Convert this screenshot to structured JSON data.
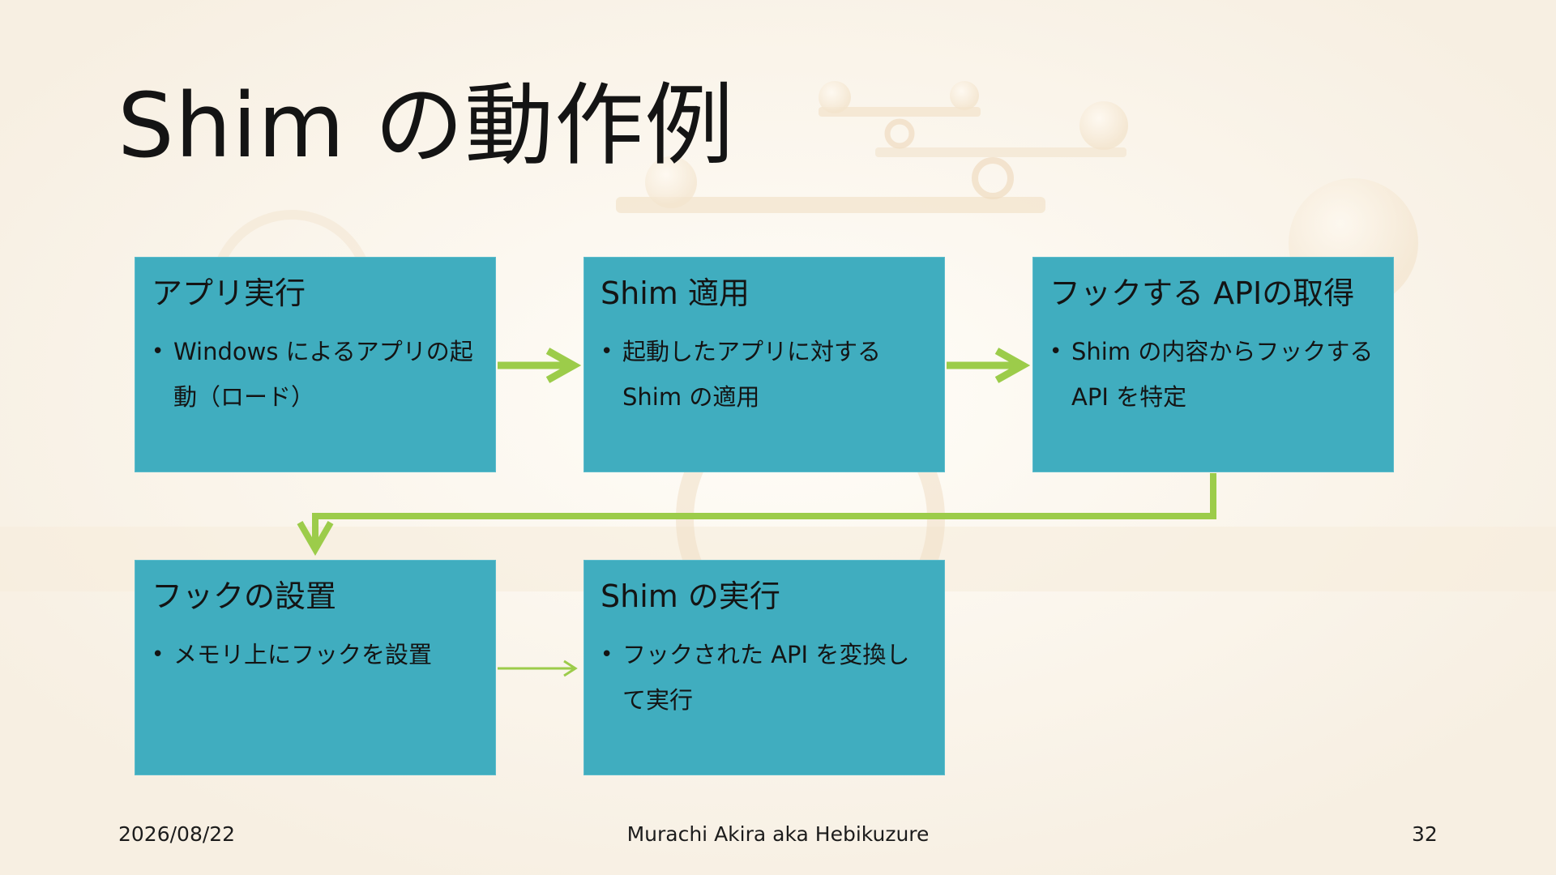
{
  "slide": {
    "title": "Shim の動作例"
  },
  "steps": [
    {
      "title": "アプリ実行",
      "bullet": "Windows によるアプリの起動（ロード）"
    },
    {
      "title": "Shim 適用",
      "bullet": "起動したアプリに対するShim の適用"
    },
    {
      "title": "フックする APIの取得",
      "bullet": "Shim の内容からフックする API を特定"
    },
    {
      "title": "フックの設置",
      "bullet": "メモリ上にフックを設置"
    },
    {
      "title": "Shim の実行",
      "bullet": "フックされた API を変換して実行"
    }
  ],
  "footer": {
    "date": "2026/08/22",
    "author": "Murachi Akira aka Hebikuzure",
    "page": "32"
  },
  "colors": {
    "box_fill": "#40adbf",
    "arrow": "#9ccc4a",
    "background": "#fbf7f0"
  }
}
